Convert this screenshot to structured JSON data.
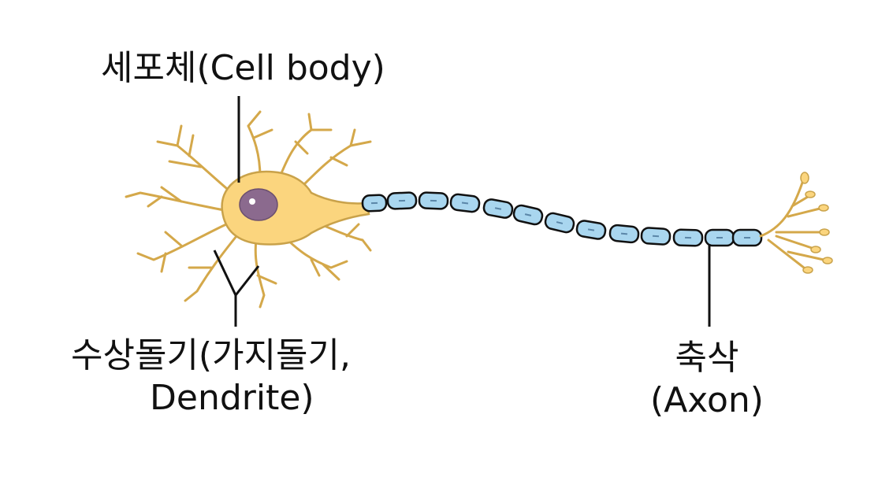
{
  "labels": {
    "cell_body": "세포체(Cell body)",
    "dendrite_line1": "수상돌기(가지돌기,",
    "dendrite_line2": "Dendrite)",
    "axon_line1": "축삭",
    "axon_line2": "(Axon)"
  },
  "colors": {
    "soma_fill": "#fbd57e",
    "soma_stroke": "#b8860b",
    "nucleus": "#8b6a8e",
    "myelin_fill": "#a9d6ef",
    "myelin_stroke": "#111111",
    "leader_line": "#111111"
  }
}
